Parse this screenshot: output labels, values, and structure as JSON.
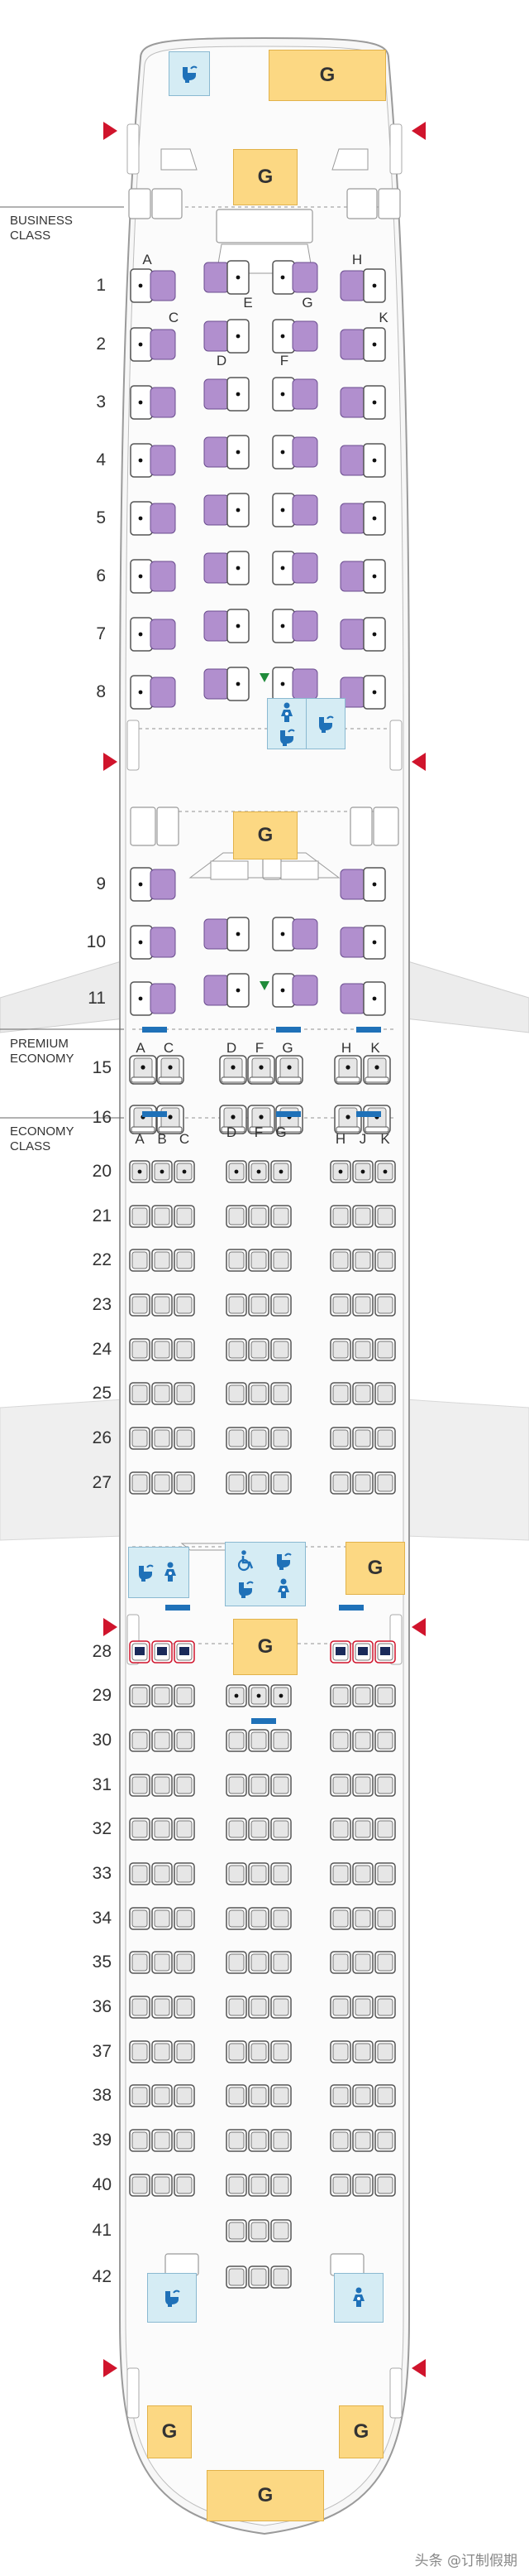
{
  "aircraft_cabin_labels": {
    "business": [
      "BUSINESS",
      "CLASS"
    ],
    "premium": [
      "PREMIUM",
      "ECONOMY"
    ],
    "economy": [
      "ECONOMY",
      "CLASS"
    ]
  },
  "galley_label": "G",
  "business": {
    "rows": [
      "1",
      "2",
      "3",
      "4",
      "5",
      "6",
      "7",
      "8",
      "9",
      "10",
      "11"
    ],
    "column_letters": {
      "A": "A",
      "C": "C",
      "D": "D",
      "E": "E",
      "F": "F",
      "G": "G",
      "H": "H",
      "K": "K"
    }
  },
  "premium": {
    "rows": [
      "15",
      "16"
    ],
    "column_letters": [
      "A",
      "C",
      "D",
      "F",
      "G",
      "H",
      "K"
    ]
  },
  "economy": {
    "rows": [
      "20",
      "21",
      "22",
      "23",
      "24",
      "25",
      "26",
      "27",
      "28",
      "29",
      "30",
      "31",
      "32",
      "33",
      "34",
      "35",
      "36",
      "37",
      "38",
      "39",
      "40",
      "41",
      "42"
    ],
    "column_letters": [
      "A",
      "B",
      "C",
      "D",
      "F",
      "G",
      "H",
      "J",
      "K"
    ]
  },
  "watermark": "头条 @订制假期",
  "colors": {
    "business_seat": "#b18fce",
    "economy_seat": "#e6e6e6",
    "galley": "#fcd883",
    "lavatory": "#d5ecf4",
    "exit": "#d0142c",
    "bassinet": "#1f71b8",
    "restricted_seat": "#d0142c"
  },
  "icons": [
    "toilet-icon",
    "baby-changing-icon",
    "wheelchair-icon",
    "exit-arrow-icon",
    "bassinet-icon",
    "galley-icon"
  ]
}
